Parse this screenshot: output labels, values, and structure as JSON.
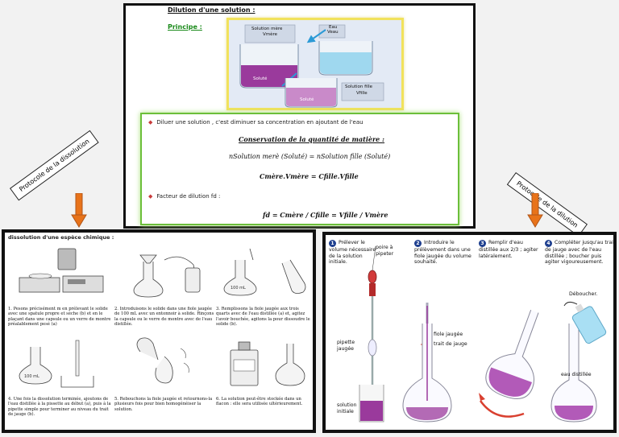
{
  "top": {
    "title": "Dilution d'une solution :",
    "principe_label": "Principe :",
    "figure_labels": {
      "solution_mere": "Solution mère",
      "v_mere": "Vmère",
      "eau": "Eau",
      "v_eau": "Veau",
      "solution_fille": "Solution fille",
      "v_fille": "Vfille",
      "soluté_1": "Soluté",
      "soluté_2": "Soluté"
    },
    "bullet_1": "Diluer une solution , c'est diminuer sa  concentration en ajoutant de l'eau",
    "conservation_title": "Conservation de la quantité de matière :",
    "equation_1": "nSolution merè (Soluté) = nSolution fille (Soluté)",
    "equation_2": "Cmère.Vmère = Cfille.Vfille",
    "bullet_2": "Facteur de dilution fd :",
    "equation_3": "fd = Cmère / Cfille = Vfille / Vmère"
  },
  "stickers": {
    "left": "Protocole de la dissolution",
    "right": "Protocole de la dilution"
  },
  "dissolution": {
    "heading": "dissolution d'une espèce chimique :",
    "steps": [
      "1. Pesons précisément m en prélevant le solide avec une spatule propre et sèche (b) et en le plaçant dans une capsule ou un verre de montre préalablement pesé (a)",
      "2. Introduisons le solide dans une fiole jaugée de 100 mL avec un entonnoir à solide. Rinçons la capsule ou le verre de montre avec de l'eau distillée.",
      "3. Remplissons la fiole jaugée aux trois quarts avec de l'eau distillée (a) et, agitez l'avoir bouchée, agitons la pour dissoudre le solide (b).",
      "4. Une fois la dissolution terminée, ajoutons de l'eau distillée à la pissette au début (a), puis à la pipette simple pour terminer au niveau du trait de jauge (b).",
      "5. Rebouchons la fiole jaugée et retournons-la plusieurs fois pour bien homogénéiser la solution.",
      "6. La solution peut-être stockée dans un flacon : elle sera utilisée ultérieurement."
    ],
    "flask_label": "100 mL"
  },
  "dilution": {
    "steps": [
      {
        "num": "1",
        "text": "Prélever le volume nécessaire de la solution initiale."
      },
      {
        "num": "2",
        "text": "Introduire le prélèvement dans une fiole jaugée du volume souhaité."
      },
      {
        "num": "3",
        "text": "Remplir d'eau distillée aux 2/3 ; agiter latéralement."
      },
      {
        "num": "4",
        "text": "Compléter jusqu'au trait de jauge avec de l'eau distillée ; boucher puis agiter vigoureusement."
      }
    ],
    "labels": {
      "poire": "poire à pipeter",
      "pipette": "pipette jaugée",
      "solution_initiale": "solution initiale",
      "fiole": "fiole jaugée",
      "trait": "trait de jauge",
      "deboucher": "Déboucher.",
      "eau": "eau distillée"
    }
  },
  "colors": {
    "purple": "#9a3a9c",
    "blue_water": "#9fd8ef",
    "arrow_orange": "#e8731a",
    "badge_blue": "#1e3f8f",
    "green_box": "#6cbf3a",
    "yellow_box": "#f1e25c"
  }
}
